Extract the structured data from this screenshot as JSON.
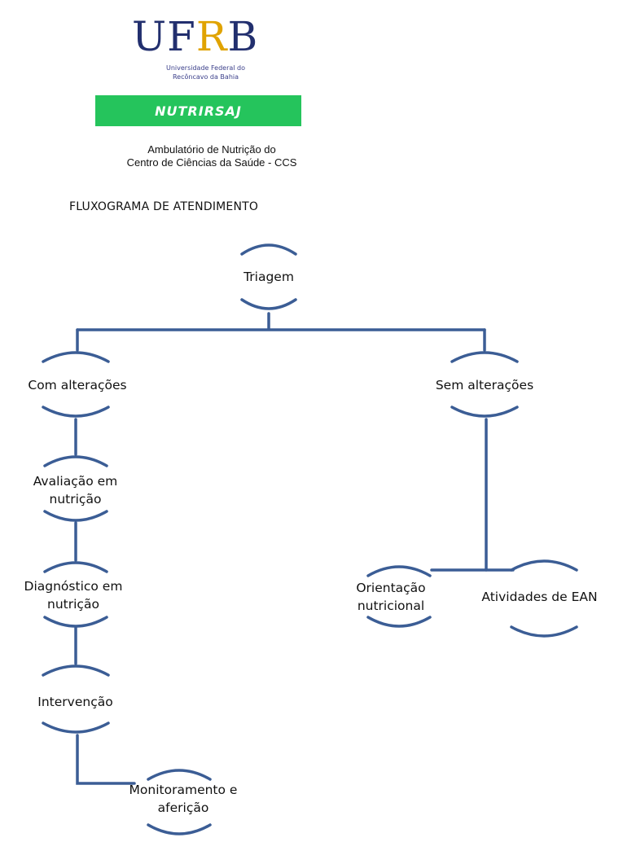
{
  "header": {
    "logo": {
      "left": "UF",
      "mid": "R",
      "right": "B"
    },
    "university_line1": "Universidade Federal do",
    "university_line2": "Recôncavo da Bahia",
    "program_name": "NUTRIRSAJ",
    "ambulatorio_line1": "Ambulatório de Nutrição do",
    "ambulatorio_line2": "Centro de Ciências da Saúde - CCS",
    "flux_title": "FLUXOGRAMA DE ATENDIMENTO"
  },
  "colors": {
    "connector": "#3b5d95",
    "bracket": "#3b5d95",
    "logo_blue": "#222f6e",
    "logo_gold": "#e0a300",
    "program_bar": "#25c45c"
  },
  "nodes": {
    "triagem": "Triagem",
    "com_alteracoes": "Com alterações",
    "sem_alteracoes": "Sem alterações",
    "avaliacao": "Avaliação em\nnutrição",
    "diagnostico": "Diagnóstico em\nnutrição",
    "intervencao": "Intervenção",
    "monitoramento": "Monitoramento e\naferição",
    "orientacao": "Orientação\nnutricional",
    "atividades": "Atividades de EAN"
  }
}
